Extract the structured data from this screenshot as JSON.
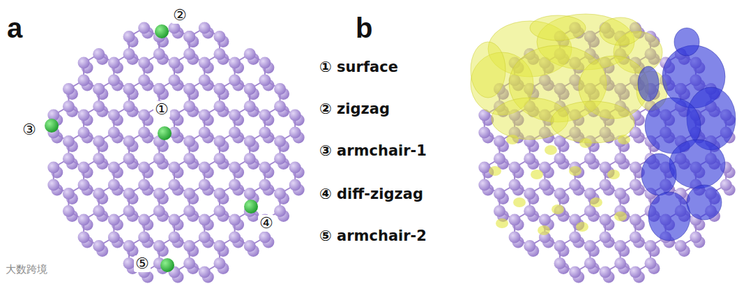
{
  "diagram": {
    "labels": [
      "a",
      "b",
      "②",
      "①",
      "③",
      "④",
      "⑤",
      "① surface",
      "② zigzag",
      "③ armchair-1",
      "④ diff-zigzag",
      "⑤ armchair-2",
      "大数跨境"
    ]
  }
}
